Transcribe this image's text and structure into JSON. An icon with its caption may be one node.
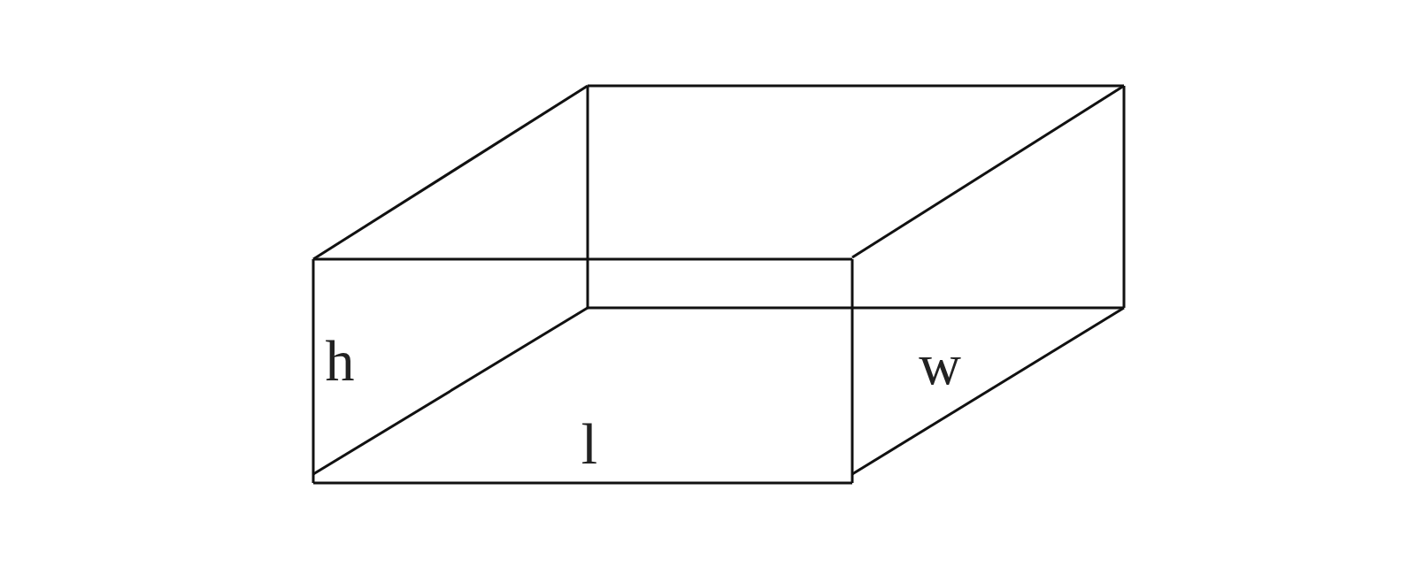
{
  "diagram": {
    "labels": [
      "h",
      "l",
      "w"
    ]
  }
}
